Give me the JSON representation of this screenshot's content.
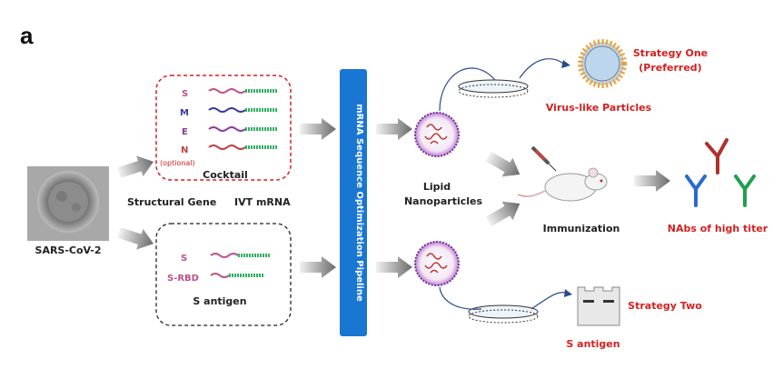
{
  "panel_label": "a",
  "source": {
    "label": "SARS-CoV-2"
  },
  "structural_gene_label": "Structural Gene",
  "ivt_label": "IVT mRNA",
  "cocktail": {
    "title": "Cocktail",
    "genes": [
      "S",
      "M",
      "E",
      "N"
    ],
    "optional_note": "(optional)"
  },
  "s_antigen_box": {
    "title": "S antigen",
    "genes": [
      "S",
      "S-RBD"
    ]
  },
  "pipeline": {
    "label": "mRNA Sequence Optimization Pipeline"
  },
  "lnp_label_line1": "Lipid",
  "lnp_label_line2": "Nanoparticles",
  "strategy_one": {
    "line1": "Strategy One",
    "line2": "(Preferred)"
  },
  "vlp_label": "Virus-like Particles",
  "immunization_label": "Immunization",
  "nabs_label": "NAbs of high titer",
  "strategy_two": {
    "label": "Strategy Two"
  },
  "s_antigen_output_label": "S antigen",
  "colors": {
    "accent_red": "#d42020",
    "pipeline_blue": "#1976d2",
    "gene_S": "#c0508a",
    "gene_M": "#3a3aa0",
    "gene_E": "#8a3aa0",
    "gene_N": "#c04040",
    "vlp_orange": "#f0a030",
    "antibody_red": "#b03030",
    "antibody_blue": "#2a6ad0",
    "antibody_green": "#20a050"
  }
}
